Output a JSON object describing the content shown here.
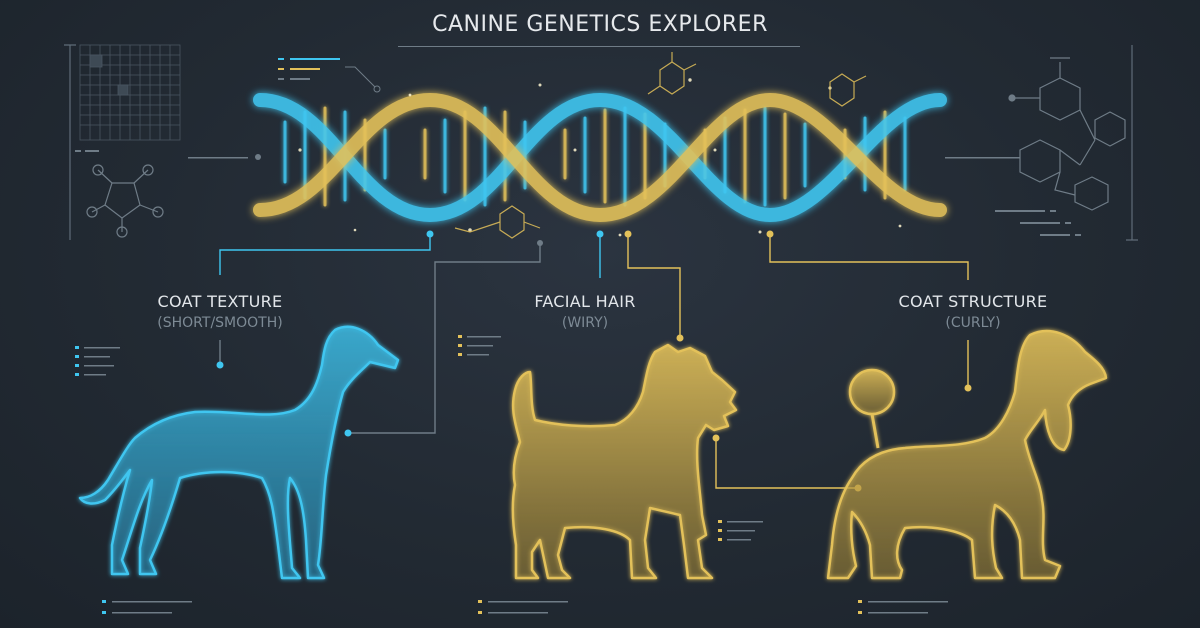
{
  "title": "CANINE GENETICS EXPLORER",
  "colors": {
    "background": "#232b34",
    "cyan": "#3fc6f0",
    "gold": "#e3c15a",
    "line": "#5f6c78"
  },
  "traits": [
    {
      "label": "COAT TEXTURE",
      "sublabel": "(SHORT/SMOOTH)",
      "color": "#3fc6f0",
      "breed_icon": "greyhound-silhouette-icon"
    },
    {
      "label": "FACIAL HAIR",
      "sublabel": "(WIRY)",
      "color": "#e3c15a",
      "breed_icon": "terrier-silhouette-icon"
    },
    {
      "label": "COAT STRUCTURE",
      "sublabel": "(CURLY)",
      "color": "#e3c15a",
      "breed_icon": "poodle-silhouette-icon"
    }
  ],
  "icons": [
    "dna-helix-icon",
    "molecule-icon",
    "grid-chart-icon",
    "hexagon-structure-icon"
  ]
}
